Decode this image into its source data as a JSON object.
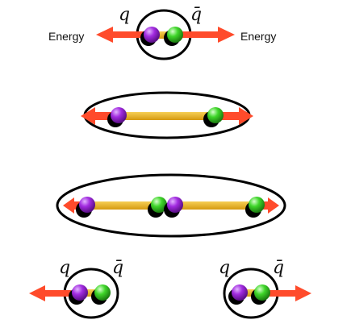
{
  "labels": {
    "energy_left": "Energy",
    "energy_right": "Energy",
    "quark": "q",
    "antiquark": "q̄"
  },
  "colors": {
    "quark": "#a22be0",
    "antiquark": "#3fd62a",
    "string": "#e8b31e",
    "arrow": "#ff4b2b",
    "outline": "#000000"
  }
}
